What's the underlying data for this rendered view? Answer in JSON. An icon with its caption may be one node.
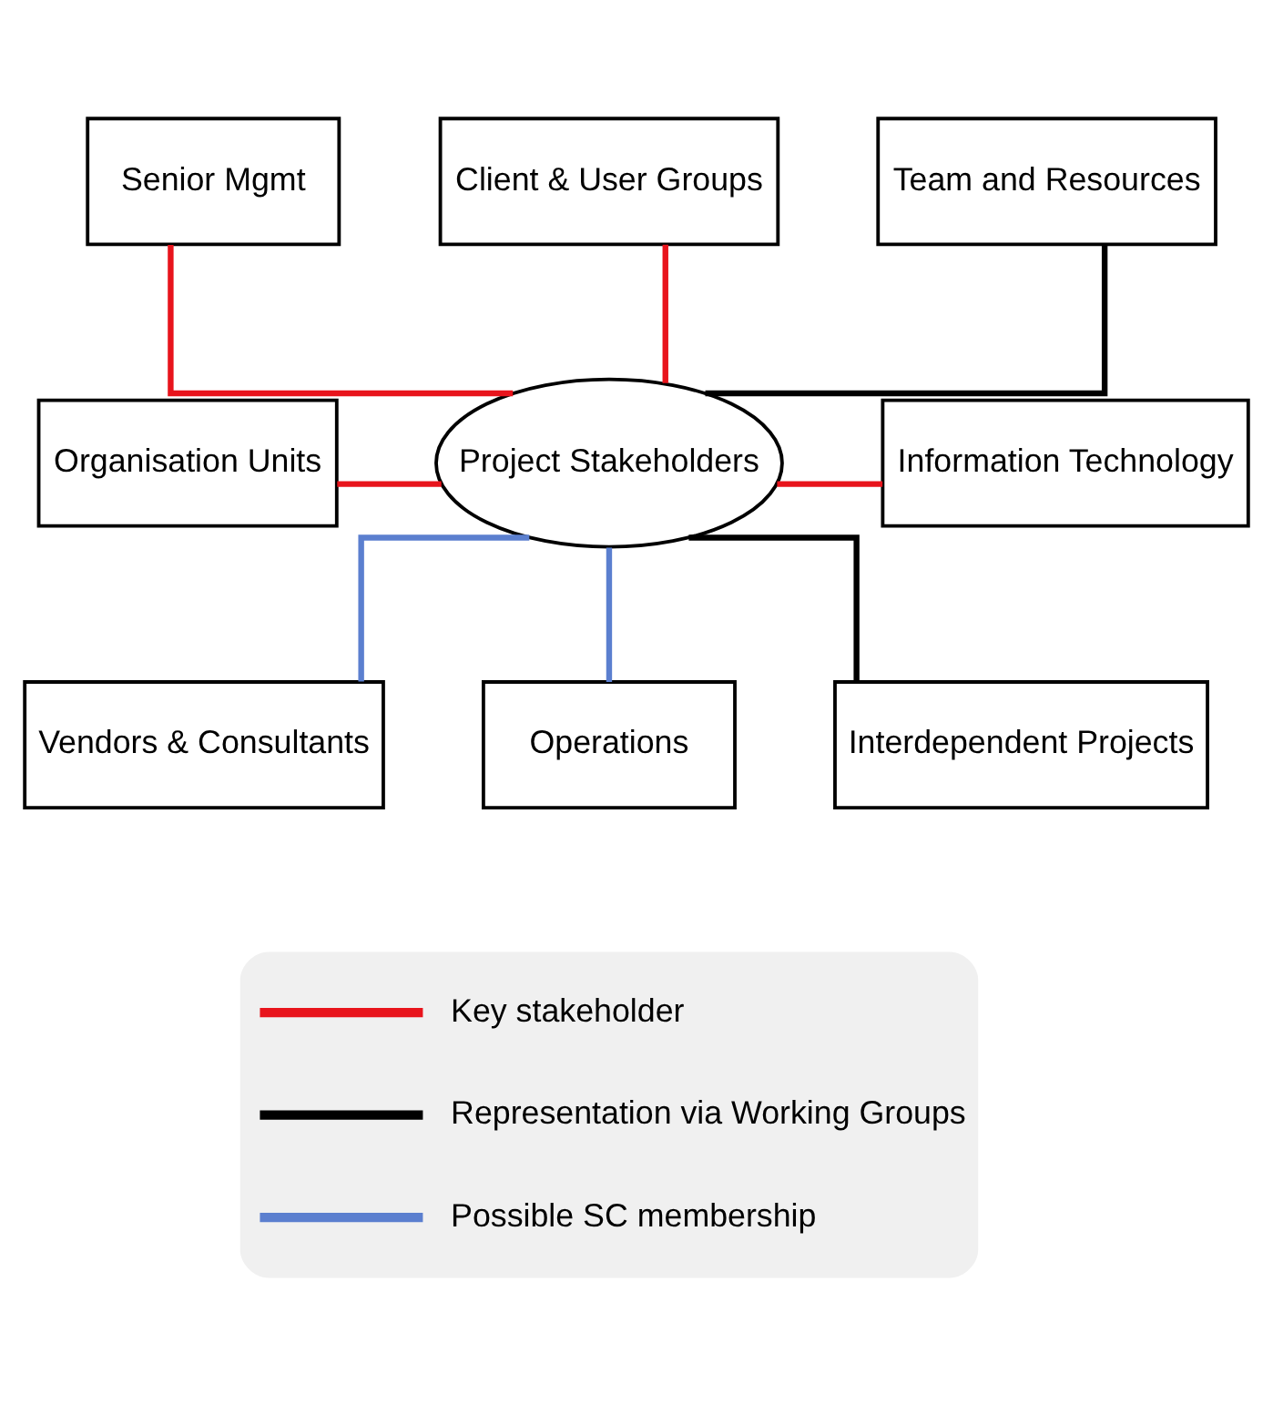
{
  "diagram": {
    "nodes": [
      {
        "text": [
          "Client & User Groups"
        ]
      },
      {
        "text": [
          "Senior Mgmt"
        ]
      },
      {
        "text": [
          "Team and Resources"
        ]
      },
      {
        "text": [
          "Organisation Units"
        ]
      },
      {
        "text": [
          "Project Stakeholders"
        ]
      },
      {
        "text": [
          "Information Technology"
        ]
      },
      {
        "text": [
          "Vendors & Consultants"
        ]
      },
      {
        "text": [
          "Interdependent Projects"
        ]
      },
      {
        "text": [
          "Operations"
        ]
      }
    ],
    "edges": [
      {
        "from": 4,
        "to": 0,
        "arrow": "none"
      },
      {
        "from": 4,
        "to": 1,
        "arrow": "none"
      },
      {
        "from": 4,
        "to": 2,
        "arrow": "none",
        "color": "#000000"
      },
      {
        "from": 4,
        "to": 3,
        "arrow": "none"
      },
      {
        "from": 4,
        "to": 5,
        "arrow": "none"
      },
      {
        "from": 4,
        "to": 6,
        "arrow": "none",
        "color": "#5b7fcf"
      },
      {
        "from": 4,
        "to": 7,
        "arrow": "none",
        "color": "#000000"
      },
      {
        "from": 4,
        "to": 8,
        "arrow": "none",
        "color": "#5b7fcf"
      }
    ],
    "legend": [
      {
        "text": "Key stakeholder"
      },
      {
        "text": "Representation via Working Groups"
      },
      {
        "text": "Possible SC membership"
      }
    ]
  }
}
